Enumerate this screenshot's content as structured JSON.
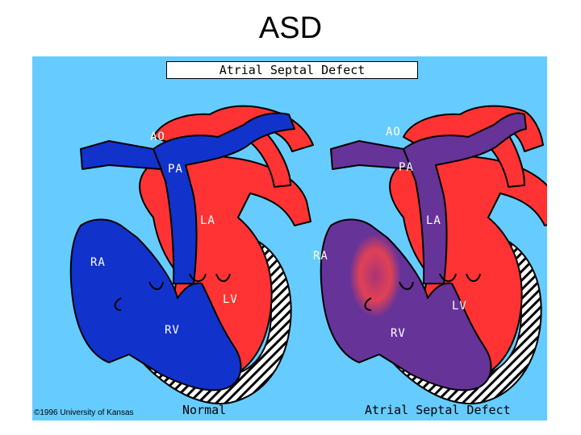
{
  "slide": {
    "title": "ASD"
  },
  "diagram": {
    "banner": "Atrial Septal Defect",
    "copyright": "©1996 University of Kansas",
    "normal": {
      "caption": "Normal",
      "labels": {
        "ao": "AO",
        "pa": "PA",
        "la": "LA",
        "ra": "RA",
        "lv": "LV",
        "rv": "RV"
      }
    },
    "defect": {
      "caption": "Atrial Septal Defect",
      "labels": {
        "ao": "AO",
        "pa": "PA",
        "la": "LA",
        "ra": "RA",
        "lv": "LV",
        "rv": "RV"
      }
    },
    "colors": {
      "panel": "#66ccff",
      "oxygenated": "#ff3333",
      "deoxygenated": "#1133cc",
      "mixed": "#663399"
    }
  }
}
